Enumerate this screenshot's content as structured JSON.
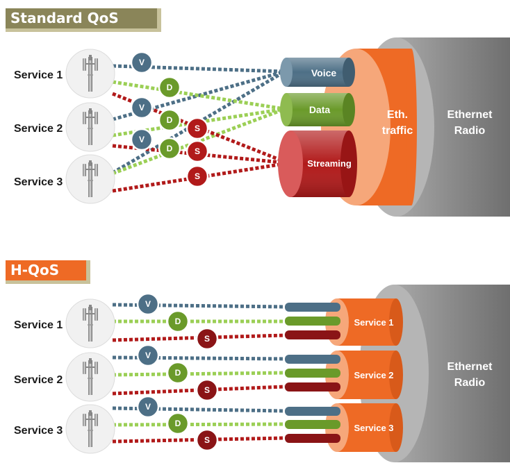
{
  "top": {
    "title": "Standard QoS",
    "services": [
      "Service 1",
      "Service 2",
      "Service 3"
    ],
    "classes": {
      "voice": "Voice",
      "data": "Data",
      "streaming": "Streaming"
    },
    "eth_traffic": [
      "Eth.",
      "traffic"
    ],
    "radio": [
      "Ethernet",
      "Radio"
    ]
  },
  "bottom": {
    "title": "H-QoS",
    "services": [
      "Service 1",
      "Service 2",
      "Service 3"
    ],
    "pipes": [
      "Service 1",
      "Service 2",
      "Service 3"
    ],
    "radio": [
      "Ethernet",
      "Radio"
    ]
  },
  "badges": {
    "voice": "V",
    "data": "D",
    "streaming": "S"
  },
  "colors": {
    "voice": "#4d6f86",
    "data": "#6a9a2a",
    "streaming": "#b11a1a",
    "data_dots": "#9bcf55",
    "eth": "#ee6a25",
    "eth_light": "#f5b08a",
    "radio": "#8c8c8c",
    "title_standard": "#8a8559",
    "title_hqos": "#ee6a25"
  }
}
